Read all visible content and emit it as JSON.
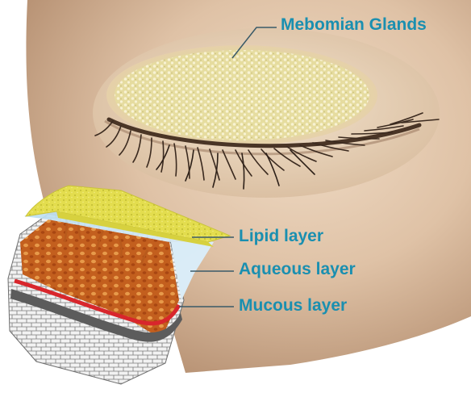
{
  "labels": {
    "meibomian": "Mebomian Glands",
    "lipid": "Lipid layer",
    "aqueous": "Aqueous layer",
    "mucous": "Mucous layer"
  },
  "colors": {
    "label_text": "#1a8fb0",
    "leader_line": "#3a5a68",
    "skin": "#dcc0a4",
    "lipid_layer": "#e8e25a",
    "aqueous_layer": "#cfe6f3",
    "mucin_tissue": "#c2611f",
    "epithelium": "#8f8f8f"
  }
}
